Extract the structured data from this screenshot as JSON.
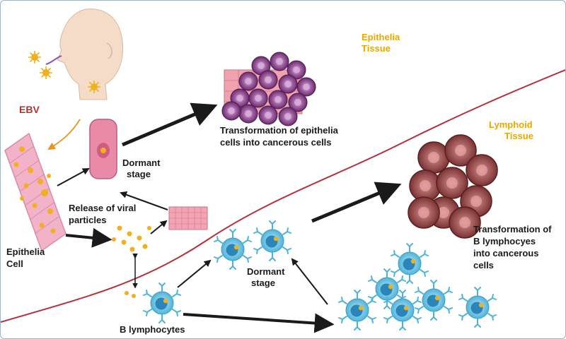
{
  "labels": {
    "ebv": "EBV",
    "epithelia_tissue_1": "Epithelia",
    "epithelia_tissue_2": "Tissue",
    "lymphoid_tissue_1": "Lymphoid",
    "lymphoid_tissue_2": "Tissue",
    "transformation_epithelia_1": "Transformation of epithelia",
    "transformation_epithelia_2": "cells into cancerous cells",
    "dormant_stage_top_1": "Dormant",
    "dormant_stage_top_2": "stage",
    "release_viral_1": "Release of viral",
    "release_viral_2": "particles",
    "epithelia_cell_1": "Epithelia",
    "epithelia_cell_2": "Cell",
    "dormant_stage_bottom_1": "Dormant",
    "dormant_stage_bottom_2": "stage",
    "b_lymphocytes": "B lymphocytes",
    "transformation_b_1": "Transformation of",
    "transformation_b_2": "B lymphocyes",
    "transformation_b_3": "into cancerous",
    "transformation_b_4": "cells"
  },
  "colors": {
    "tissue_label": "#e8a800",
    "ebv_label": "#b0342a",
    "boundary_line": "#b5303a",
    "virus": "#f2b01e",
    "bcell": "#4fb3d9",
    "bcell_nucleus": "#2a86b8",
    "epithelial": "#e89bb4",
    "cancer_epi": "#8a3f8c",
    "cancer_b": "#a85a5a"
  },
  "icons": [
    "human-head-icon",
    "virus-icon",
    "epithelial-tissue-icon",
    "dormant-cell-icon",
    "cancer-cluster-icon",
    "b-lymphocyte-icon",
    "arrow-icon"
  ]
}
